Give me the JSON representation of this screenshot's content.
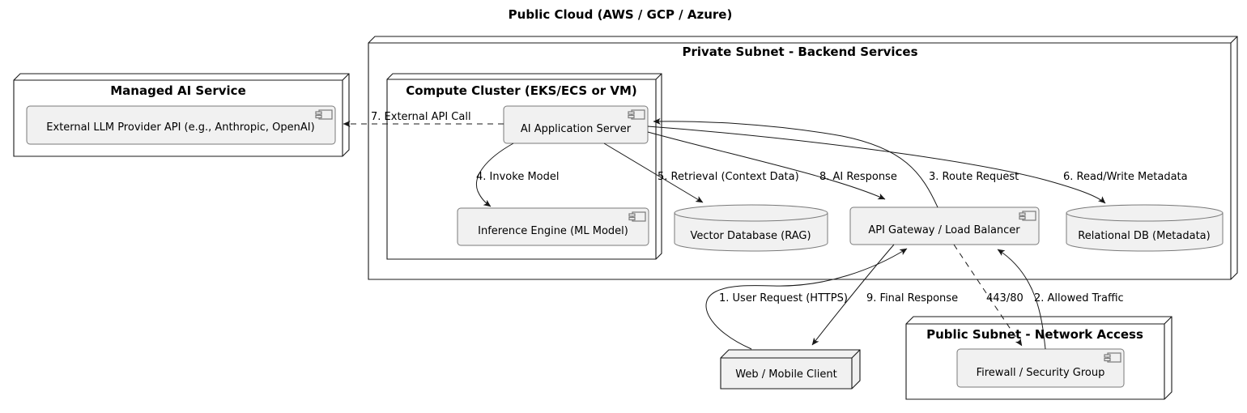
{
  "diagram": {
    "type": "deployment-diagram",
    "title": "Public Cloud (AWS / GCP / Azure)",
    "colors": {
      "background": "#FFFFFF",
      "node_fill": "#FFFFFF",
      "node_border": "#181818",
      "component_fill": "#F1F1F1",
      "component_border": "#7A7A7A",
      "line": "#181818",
      "text": "#000000"
    },
    "containers": {
      "private_subnet": {
        "label": "Private Subnet - Backend Services"
      },
      "managed_ai": {
        "label": "Managed AI Service"
      },
      "compute_cluster": {
        "label": "Compute Cluster (EKS/ECS or VM)"
      },
      "public_subnet": {
        "label": "Public Subnet - Network Access"
      }
    },
    "nodes": {
      "llm_api": {
        "type": "component",
        "label": "External LLM Provider API (e.g., Anthropic, OpenAI)"
      },
      "ai_server": {
        "type": "component",
        "label": "AI Application Server"
      },
      "inference": {
        "type": "component",
        "label": "Inference Engine (ML Model)"
      },
      "vector_db": {
        "type": "database",
        "label": "Vector Database (RAG)"
      },
      "api_gateway": {
        "type": "component",
        "label": "API Gateway / Load Balancer"
      },
      "relational_db": {
        "type": "database",
        "label": "Relational DB (Metadata)"
      },
      "firewall": {
        "type": "component",
        "label": "Firewall / Security Group"
      },
      "web_client": {
        "type": "node",
        "label": "Web / Mobile Client"
      }
    },
    "edges": {
      "e1": {
        "label": "1. User Request (HTTPS)",
        "from": "web_client",
        "to": "api_gateway",
        "style": "solid"
      },
      "e2": {
        "label": "2. Allowed Traffic",
        "from": "firewall",
        "to": "api_gateway",
        "style": "solid"
      },
      "e3": {
        "label": "3. Route Request",
        "from": "api_gateway",
        "to": "ai_server",
        "style": "solid"
      },
      "e4": {
        "label": "4. Invoke Model",
        "from": "ai_server",
        "to": "inference",
        "style": "solid"
      },
      "e5": {
        "label": "5. Retrieval (Context Data)",
        "from": "ai_server",
        "to": "vector_db",
        "style": "solid"
      },
      "e6": {
        "label": "6. Read/Write Metadata",
        "from": "ai_server",
        "to": "relational_db",
        "style": "solid"
      },
      "e7": {
        "label": "7. External API Call",
        "from": "ai_server",
        "to": "llm_api",
        "style": "dashed"
      },
      "e8": {
        "label": "8. AI Response",
        "from": "ai_server",
        "to": "api_gateway",
        "style": "solid"
      },
      "e9": {
        "label": "9. Final Response",
        "from": "api_gateway",
        "to": "web_client",
        "style": "solid"
      },
      "e443": {
        "label": "443/80",
        "from": "api_gateway",
        "to": "firewall",
        "style": "dashed"
      }
    }
  }
}
